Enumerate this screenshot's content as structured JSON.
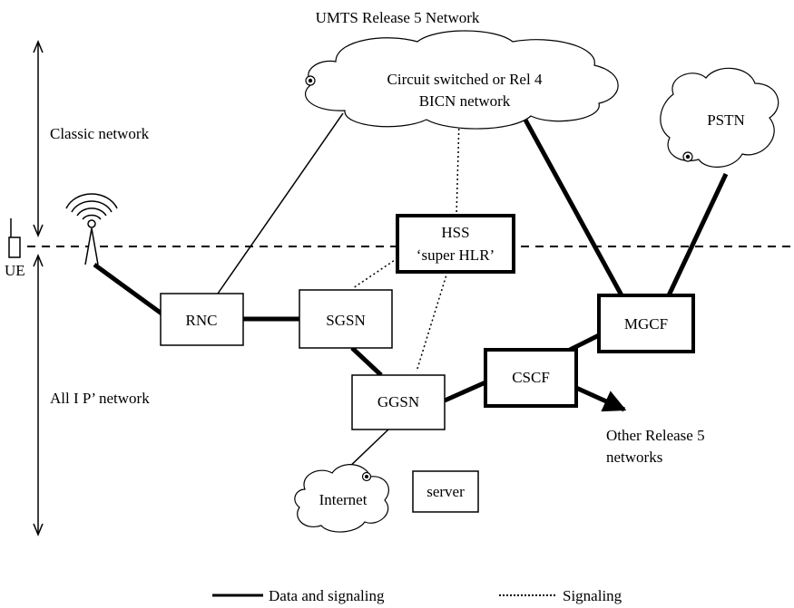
{
  "title": "UMTS Release 5 Network",
  "regions": {
    "classic": "Classic network",
    "allip": "All I P’ network"
  },
  "ue_label": "UE",
  "clouds": {
    "cs_line1": "Circuit switched or Rel 4",
    "cs_line2": "BICN network",
    "pstn": "PSTN",
    "internet": "Internet"
  },
  "nodes": {
    "hss_line1": "HSS",
    "hss_line2": "‘super HLR’",
    "rnc": "RNC",
    "sgsn": "SGSN",
    "ggsn": "GGSN",
    "cscf": "CSCF",
    "mgcf": "MGCF",
    "server": "server"
  },
  "other_networks": {
    "line1": "Other Release 5",
    "line2": "networks"
  },
  "legend": {
    "solid": "Data and signaling",
    "dotted": "Signaling"
  }
}
